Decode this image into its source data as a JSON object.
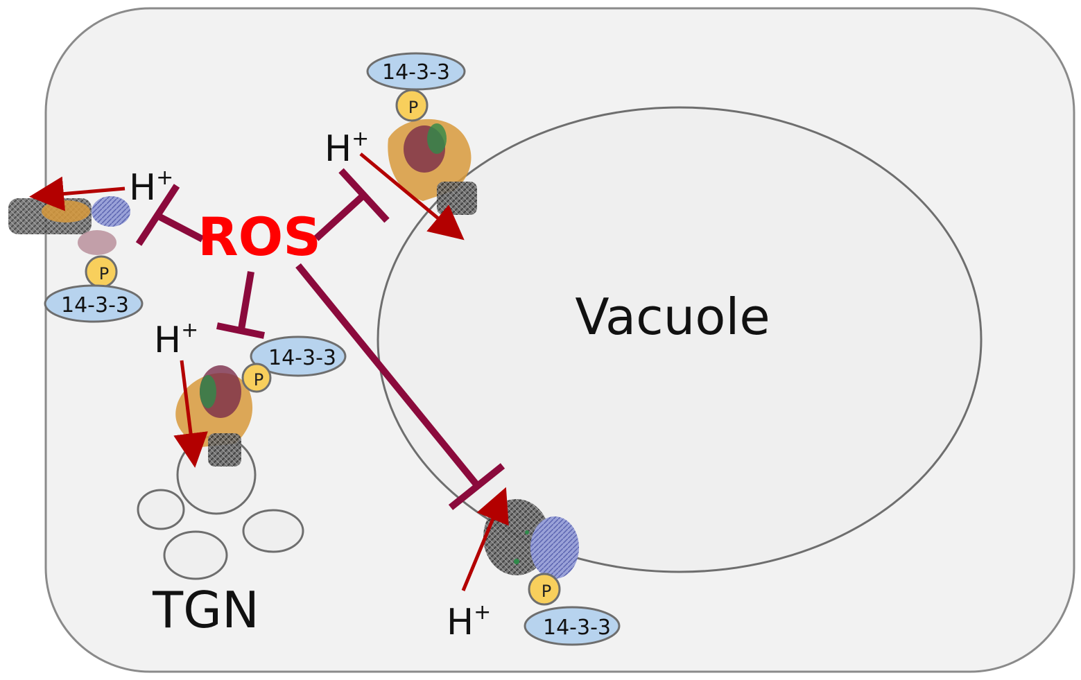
{
  "labels": {
    "ros": "ROS",
    "vacuole": "Vacuole",
    "tgn": "TGN",
    "proton": "H",
    "proton_charge": "+",
    "regulator": "14-3-3",
    "phospho": "P"
  },
  "colors": {
    "inhibition": "#8b0a3c",
    "transport_arrow": "#b30000",
    "ros_text": "#ff0000",
    "regulator_fill": "#b7d3ee",
    "phospho_fill": "#f8cf5c",
    "organelle_fill": "#efefef",
    "cell_fill": "#f2f2f2"
  }
}
